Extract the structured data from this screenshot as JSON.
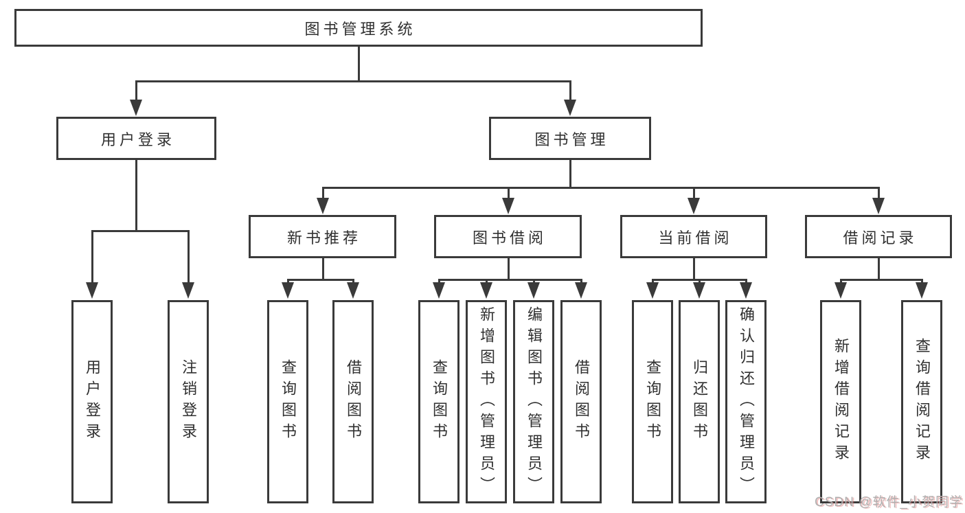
{
  "tree": {
    "label": "图书管理系统",
    "children": [
      {
        "label": "用户登录",
        "children": [
          {
            "label": "用户登录"
          },
          {
            "label": "注销登录"
          }
        ]
      },
      {
        "label": "图书管理",
        "children": [
          {
            "label": "新书推荐",
            "children": [
              {
                "label": "查询图书"
              },
              {
                "label": "借阅图书"
              }
            ]
          },
          {
            "label": "图书借阅",
            "children": [
              {
                "label": "查询图书"
              },
              {
                "label": "新增图书（管理员）"
              },
              {
                "label": "编辑图书（管理员）"
              },
              {
                "label": "借阅图书"
              }
            ]
          },
          {
            "label": "当前借阅",
            "children": [
              {
                "label": "查询图书"
              },
              {
                "label": "归还图书"
              },
              {
                "label": "确认归还（管理员）"
              }
            ]
          },
          {
            "label": "借阅记录",
            "children": [
              {
                "label": "新增借阅记录"
              },
              {
                "label": "查询借阅记录"
              }
            ]
          }
        ]
      }
    ]
  },
  "watermark": {
    "text": "CSDN @软件_小贺同学"
  },
  "colors": {
    "line": "#3a3a3a",
    "text": "#303030",
    "background": "#ffffff",
    "watermark": "#b0b0b0",
    "watermark_accent": "#e07070"
  }
}
